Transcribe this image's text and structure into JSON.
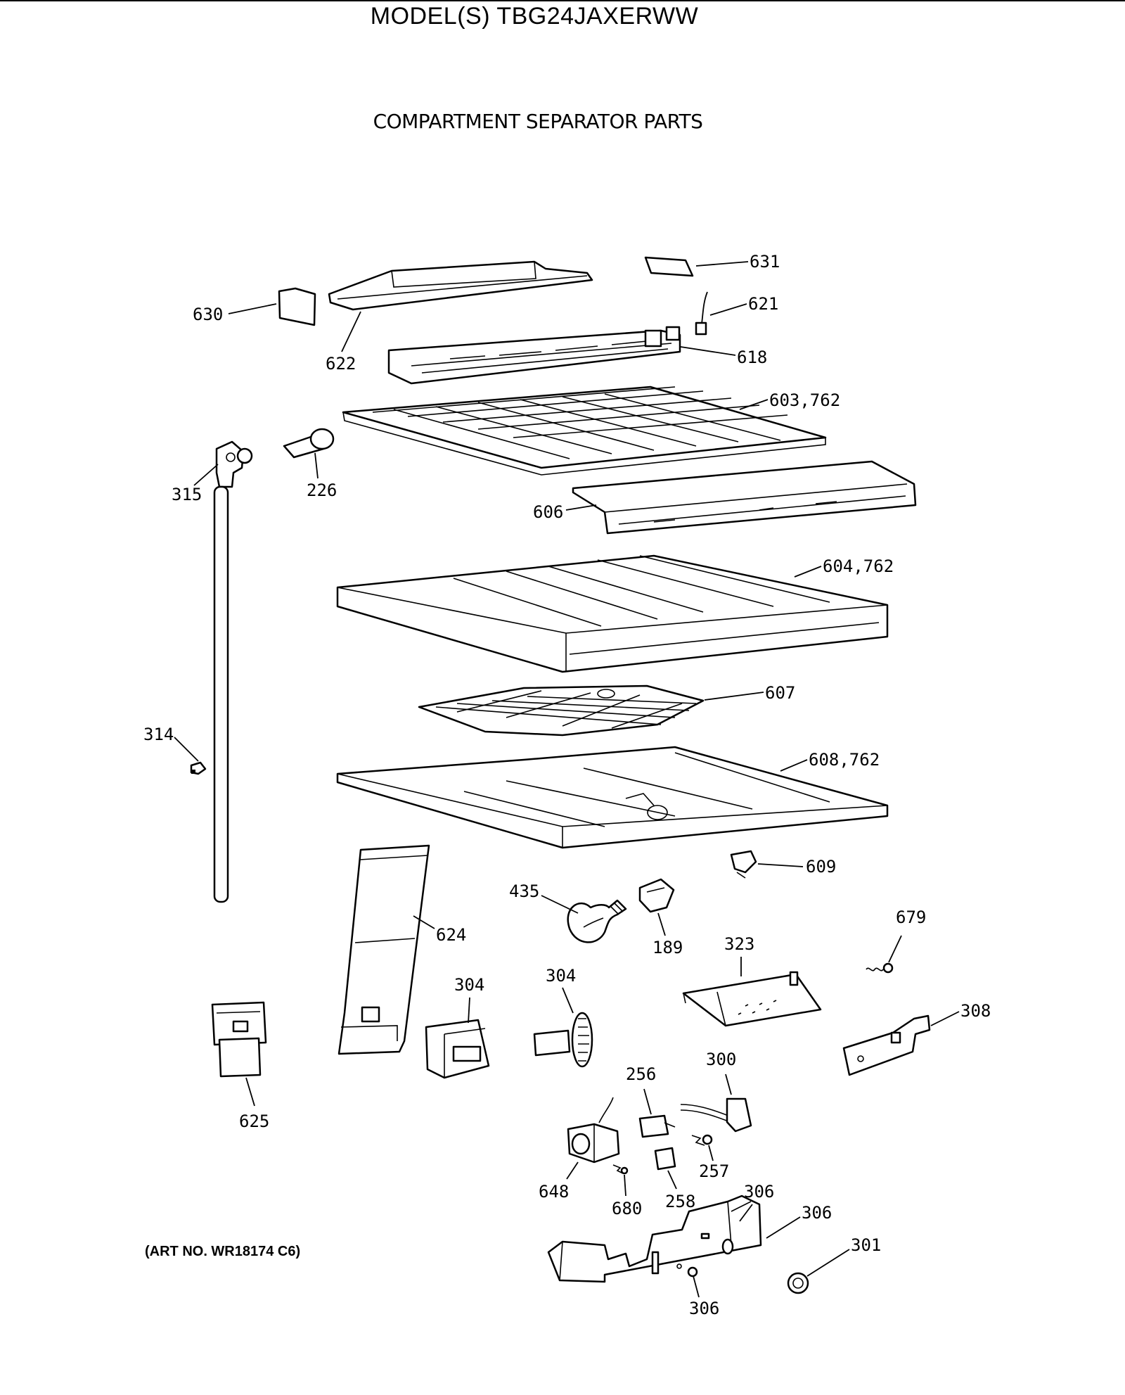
{
  "header": {
    "model_title": "MODEL(S) TBG24JAXERWW",
    "section_title": "COMPARTMENT SEPARATOR PARTS"
  },
  "footer": {
    "art_number": "(ART NO. WR18174 C6)"
  },
  "callouts": {
    "p631": "631",
    "p630": "630",
    "p621": "621",
    "p622": "622",
    "p618": "618",
    "p603": "603,762",
    "p315": "315",
    "p226": "226",
    "p606": "606",
    "p604": "604,762",
    "p607": "607",
    "p314": "314",
    "p608": "608,762",
    "p609": "609",
    "p435": "435",
    "p189": "189",
    "p624": "624",
    "p679": "679",
    "p323": "323",
    "p304a": "304",
    "p304b": "304",
    "p308": "308",
    "p625": "625",
    "p300": "300",
    "p256": "256",
    "p257": "257",
    "p648": "648",
    "p258": "258",
    "p680": "680",
    "p306a": "306",
    "p306b": "306",
    "p306c": "306",
    "p301": "301"
  }
}
